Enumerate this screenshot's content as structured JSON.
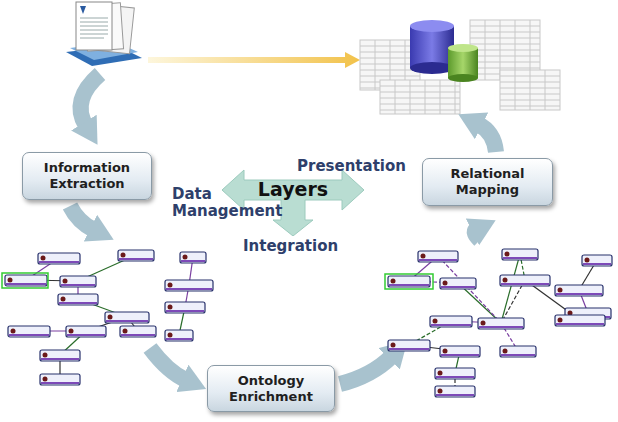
{
  "diagram": {
    "nodes": [
      {
        "text": [
          "Information Extraction"
        ]
      },
      {
        "text": [
          "Layers"
        ]
      },
      {
        "text": [
          "Relational Mapping"
        ]
      },
      {
        "text": [
          "Ontology Enrichment"
        ]
      }
    ],
    "labels": [
      "Presentation",
      "Data Management",
      "Integration"
    ]
  }
}
